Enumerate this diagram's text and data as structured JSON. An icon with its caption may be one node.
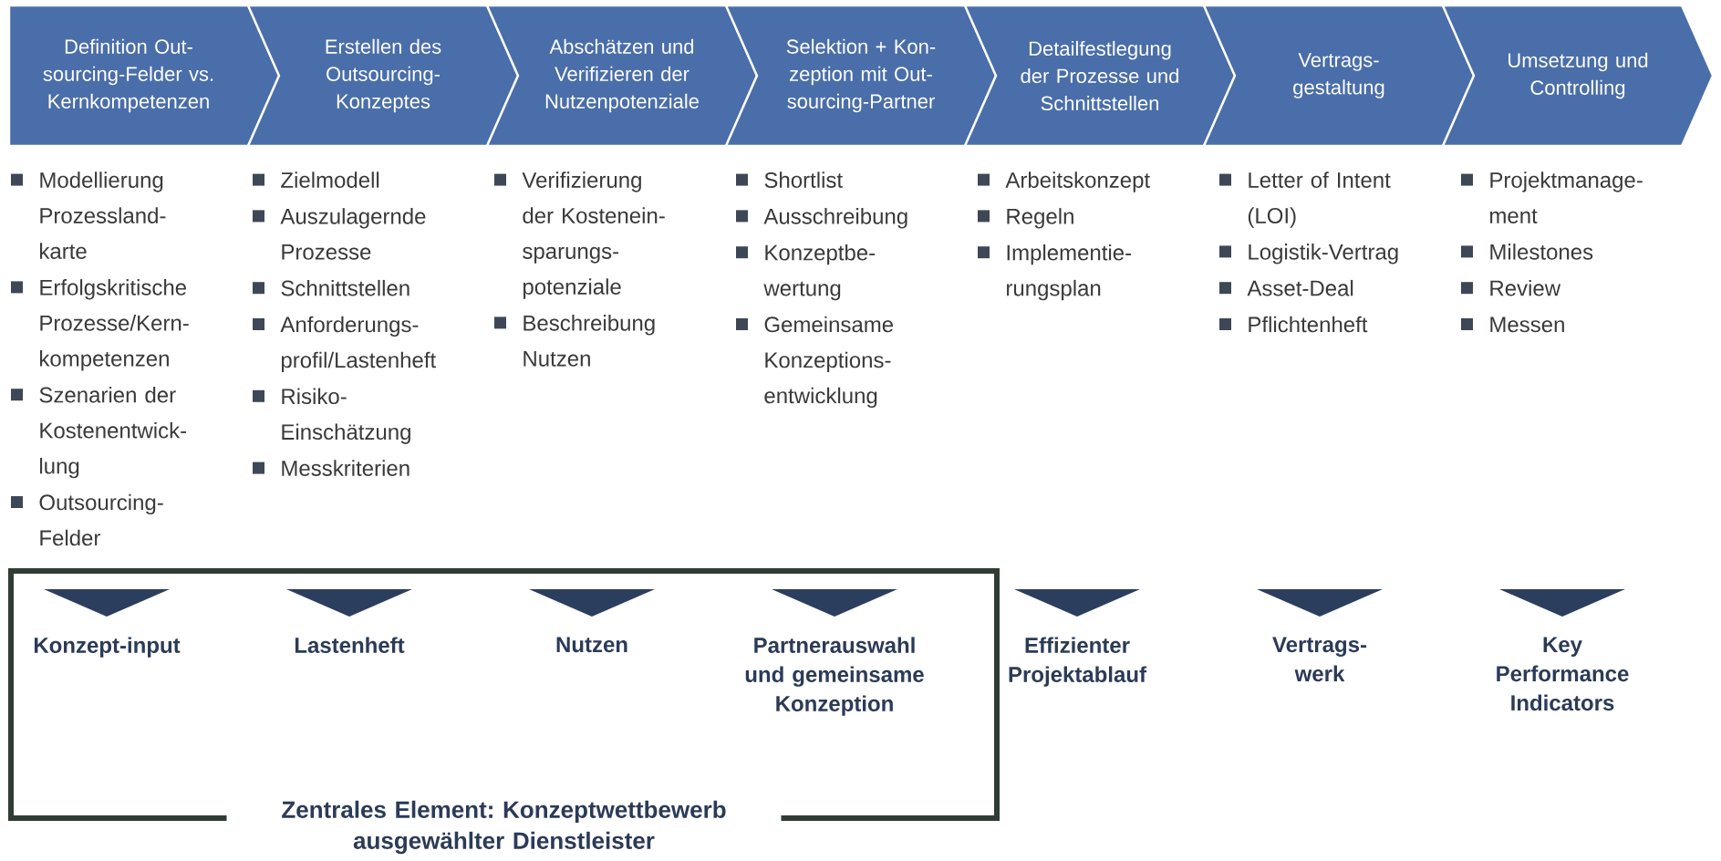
{
  "diagram": {
    "nodes": [
      {
        "text": [
          "Definition Out- sourcing-Felder vs. Kernkompetenzen"
        ],
        "beside": [
          "Modellierung Prozessland- karte",
          "Erfolgskritische Prozesse/Kern- kompetenzen",
          "Szenarien der Kostenentwick- lung",
          "Outsourcing- Felder"
        ]
      },
      {
        "text": [
          "Erstellen des Outsourcing- Konzeptes"
        ],
        "beside": [
          "Zielmodell",
          "Auszulagernde Prozesse",
          "Schnittstellen",
          "Anforderungs- profil/Lastenheft",
          "Risiko- Einschätzung",
          "Messkriterien"
        ]
      },
      {
        "text": [
          "Abschätzen und Verifizieren der Nutzenpotenziale"
        ],
        "beside": [
          "Verifizierung der Kostenein- sparungs- potenziale",
          "Beschreibung Nutzen"
        ]
      },
      {
        "text": [
          "Selektion + Kon- zeption mit Out- sourcing-Partner"
        ],
        "beside": [
          "Shortlist",
          "Ausschreibung",
          "Konzeptbe- wertung",
          "Gemeinsame Konzeptions- entwicklung"
        ]
      },
      {
        "text": [
          "Detailfestlegung der Prozesse und Schnittstellen"
        ],
        "beside": [
          "Arbeitskonzept",
          "Regeln",
          "Implementie- rungsplan"
        ]
      },
      {
        "text": [
          "Vertrags- gestaltung"
        ],
        "beside": [
          "Letter of Intent (LOI)",
          "Logistik-Vertrag",
          "Asset-Deal",
          "Pflichtenheft"
        ]
      },
      {
        "text": [
          "Umsetzung und Controlling"
        ],
        "beside": [
          "Projektmanage- ment",
          "Milestones",
          "Review",
          "Messen"
        ]
      },
      {
        "text": [
          "Zentrales Element: Konzeptwettbewerb ausgewählter Dienstleister"
        ]
      },
      {
        "text": [
          "Konzept-input"
        ],
        "in": 7
      },
      {
        "text": [
          "Lastenheft"
        ],
        "in": 7
      },
      {
        "text": [
          "Nutzen"
        ],
        "in": 7
      },
      {
        "text": [
          "Partnerauswahl und gemeinsame Konzeption"
        ],
        "in": 7
      },
      {
        "text": [
          "Effizienter Projektablauf"
        ]
      },
      {
        "text": [
          "Vertrags- werk"
        ]
      },
      {
        "text": [
          "Key Performance Indicators"
        ]
      }
    ]
  }
}
